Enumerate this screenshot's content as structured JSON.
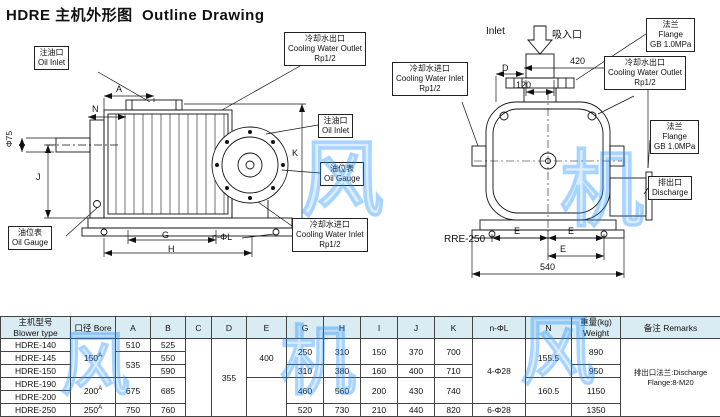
{
  "page": {
    "title": "HDRE 主机外形图  Outline Drawing"
  },
  "watermark": {
    "chars": [
      "风",
      "机",
      "风",
      "机",
      "风"
    ]
  },
  "left_view": {
    "callouts": {
      "oil_inlet_top": {
        "zh": "注油口",
        "en": "Oil Inlet"
      },
      "cooling_water_outlet": {
        "zh": "冷却水出口",
        "en": "Cooling Water Outlet",
        "size": "Rp1/2"
      },
      "oil_inlet_side": {
        "zh": "注油口",
        "en": "Oil Inlet"
      },
      "oil_gauge_side": {
        "zh": "油位表",
        "en": "Oil Gauge"
      },
      "cooling_water_inlet": {
        "zh": "冷却水进口",
        "en": "Cooling Water Inlet",
        "size": "Rp1/2"
      },
      "oil_gauge_left": {
        "zh": "油位表",
        "en": "Oil Gauge"
      }
    },
    "dims": {
      "A": "A",
      "N": "N",
      "J": "J",
      "K": "K",
      "G": "G",
      "H": "H",
      "n_phi_l": "n-ΦL",
      "shaft_dia": "Φ75"
    }
  },
  "right_view": {
    "inlet_en": "Inlet",
    "inlet_zh": "吸入口",
    "callouts": {
      "flange_top": {
        "zh": "法兰",
        "en": "Flange",
        "spec": "GB 1.0MPa"
      },
      "cooling_water_inlet": {
        "zh": "冷却水进口",
        "en": "Cooling Water Inlet",
        "size": "Rp1/2"
      },
      "cooling_water_outlet": {
        "zh": "冷却水出口",
        "en": "Cooling Water Outlet",
        "size": "Rp1/2"
      },
      "flange_side": {
        "zh": "法兰",
        "en": "Flange",
        "spec": "GB 1.0MPa"
      },
      "discharge": {
        "zh": "排出口",
        "en": "Discharge"
      }
    },
    "dims": {
      "D": "D",
      "width_420": "420",
      "width_120": "120",
      "E1": "E",
      "E2": "E",
      "E3": "E",
      "overall_540": "540"
    },
    "model_label": "RRE-250"
  },
  "table": {
    "header": {
      "model_zh": "主机型号",
      "model_en": "Blower type",
      "bore_zh": "口径",
      "bore_en": "Bore",
      "A": "A",
      "B": "B",
      "C": "C",
      "D": "D",
      "E": "E",
      "G": "G",
      "H": "H",
      "I": "I",
      "J": "J",
      "K": "K",
      "n_phi_l": "n-ΦL",
      "N": "N",
      "weight_zh": "重量(kg)",
      "weight_en": "Weight",
      "remarks_zh": "备注",
      "remarks_en": "Remarks"
    },
    "rows": {
      "r140": {
        "model": "HDRE-140",
        "A": "510",
        "B": "525"
      },
      "r145": {
        "model": "HDRE-145",
        "B": "550"
      },
      "r150": {
        "model": "HDRE-150",
        "B": "590",
        "G": "310",
        "H": "380",
        "I": "160",
        "J": "400",
        "K": "710",
        "weight": "950"
      },
      "r190": {
        "model": "HDRE-190"
      },
      "r200": {
        "model": "HDRE-200"
      },
      "r250": {
        "model": "HDRE-250",
        "A": "750",
        "B": "760",
        "G": "520",
        "H": "730",
        "I": "210",
        "J": "440",
        "K": "820",
        "n_phi_l": "6-Φ28",
        "weight": "1350"
      }
    },
    "merged": {
      "bore_140_150": "150",
      "bore_190_200": "200",
      "bore_250": "250",
      "bore_sup": "A",
      "A_145_150": "535",
      "A_190_200": "675",
      "B_190_200": "685",
      "D_all": "355",
      "E_140_150": "400",
      "G_140_145": "250",
      "H_140_145": "310",
      "I_140_145": "150",
      "J_140_145": "370",
      "K_140_145": "700",
      "G_190_200": "460",
      "H_190_200": "560",
      "I_190_200": "200",
      "J_190_200": "430",
      "K_190_200": "740",
      "n_phi_l_140_200": "4-Φ28",
      "N_140_150": "155.5",
      "N_190_200": "160.5",
      "W_140_145": "890",
      "W_190_200": "1150",
      "remarks": "排出口法兰:Discharge Flange:8-M20"
    }
  }
}
